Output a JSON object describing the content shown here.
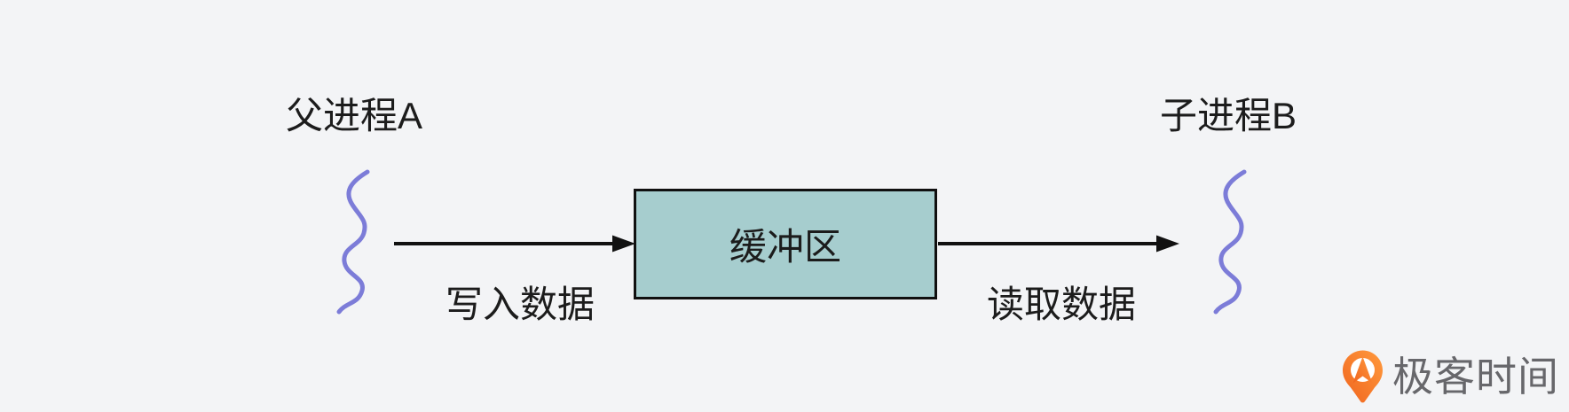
{
  "diagram": {
    "parent_label": "父进程A",
    "child_label": "子进程B",
    "buffer_label": "缓冲区",
    "write_label": "写入数据",
    "read_label": "读取数据"
  },
  "branding": {
    "logo_text": "极客时间",
    "logo_icon": "geektime-pin-icon"
  },
  "icons": {
    "parent_process_line": "wavy-squiggle-icon",
    "child_process_line": "wavy-squiggle-icon",
    "write_arrow": "right-arrow-icon",
    "read_arrow": "right-arrow-icon"
  },
  "colors": {
    "background": "#f3f4f6",
    "ink": "#1c1c1c",
    "buffer_fill": "#a6cdce",
    "buffer_border": "#101010",
    "squiggle": "#7c7cd8",
    "arrow": "#111111",
    "logo_orange": "#f0641e",
    "logo_orange_light": "#ff9a3d",
    "logo_gray": "#67676b"
  }
}
